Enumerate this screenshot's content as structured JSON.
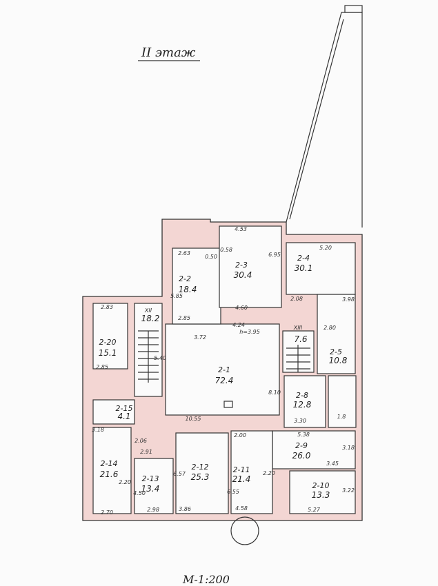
{
  "title": "II этаж",
  "scale": "М-1:200",
  "rooms": [
    {
      "id": "2-1",
      "area": "72.4"
    },
    {
      "id": "2-2",
      "area": "18.4"
    },
    {
      "id": "2-3",
      "area": "30.4"
    },
    {
      "id": "2-4",
      "area": "30.1"
    },
    {
      "id": "2-5",
      "area": "10.8"
    },
    {
      "id": "2-8",
      "area": "12.8"
    },
    {
      "id": "2-9",
      "area": "26.0"
    },
    {
      "id": "2-10",
      "area": "13.3"
    },
    {
      "id": "2-11",
      "area": "21.4"
    },
    {
      "id": "2-12",
      "area": "25.3"
    },
    {
      "id": "2-13",
      "area": "13.4"
    },
    {
      "id": "2-14",
      "area": "21.6"
    },
    {
      "id": "2-15",
      "area": "4.1"
    },
    {
      "id": "2-20",
      "area": "15.1"
    },
    {
      "id": "XII",
      "area": "18.2"
    },
    {
      "id": "XIII",
      "area": "7.6"
    }
  ],
  "dimensions": [
    "4.53",
    "2.63",
    "0.50",
    "0.58",
    "5.20",
    "4.60",
    "2.85",
    "3.72",
    "4.24",
    "h=3.95",
    "2.83",
    "2.85",
    "10.55",
    "3.18",
    "2.91",
    "2.06",
    "2.70",
    "2.98",
    "3.86",
    "4.58",
    "5.27",
    "2.00",
    "5.38",
    "3.45",
    "3.30",
    "2.80",
    "2.08",
    "2.20",
    "3.22",
    "3.18",
    "8.10",
    "5.40",
    "6.95",
    "5.85",
    "4.50",
    "6.57",
    "6.55",
    "2.20",
    "3.98",
    "1.8"
  ]
}
